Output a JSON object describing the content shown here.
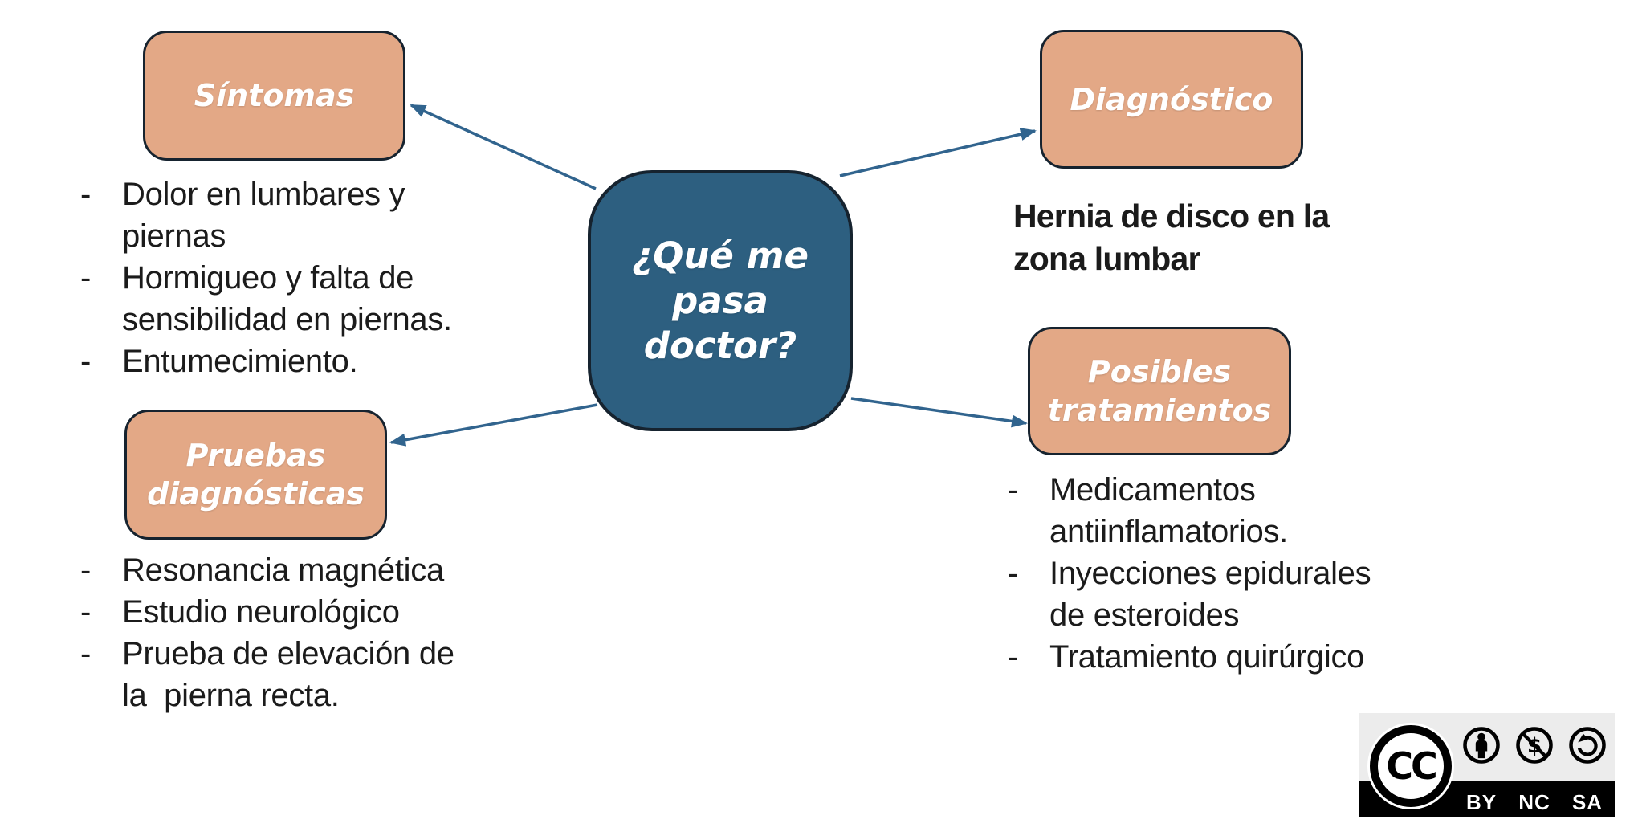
{
  "center_node": {
    "label_lines": [
      "¿Qué me",
      "pasa doctor?"
    ]
  },
  "branches": {
    "sintomas": {
      "label_lines": [
        "Síntomas"
      ],
      "items": [
        [
          "Dolor en lumbares y",
          "piernas"
        ],
        [
          "Hormigueo y falta de",
          "sensibilidad en piernas."
        ],
        [
          "Entumecimiento."
        ]
      ]
    },
    "diagnostico": {
      "label_lines": [
        "Diagnóstico"
      ],
      "note_lines": [
        "Hernia de disco en la",
        "zona lumbar"
      ]
    },
    "pruebas": {
      "label_lines": [
        "Pruebas",
        "diagnósticas"
      ],
      "items": [
        [
          "Resonancia magnética"
        ],
        [
          "Estudio neurológico"
        ],
        [
          "Prueba de elevación de",
          "la  pierna recta."
        ]
      ]
    },
    "tratamientos": {
      "label_lines": [
        "Posibles",
        "tratamientos"
      ],
      "items": [
        [
          "Medicamentos",
          "antiinflamatorios."
        ],
        [
          "Inyecciones epidurales",
          "de esteroides"
        ],
        [
          "Tratamiento quirúrgico"
        ]
      ]
    }
  },
  "list_marker": "-",
  "license_badge": {
    "cc_text": "CC",
    "icon_labels": [
      "BY",
      "NC",
      "SA"
    ],
    "icon_names": [
      "cc-logo",
      "attribution-person-icon",
      "non-commercial-dollar-icon",
      "share-alike-arrow-icon"
    ]
  },
  "colors": {
    "accent_fill": "#E3A886",
    "center_fill": "#2D5F80",
    "node_border": "#16232F",
    "arrow": "#31648E",
    "body_text": "#1B1B1B",
    "title_text": "#FFFFFF",
    "badge_bg": "#ECECEC",
    "badge_band": "#000000"
  }
}
